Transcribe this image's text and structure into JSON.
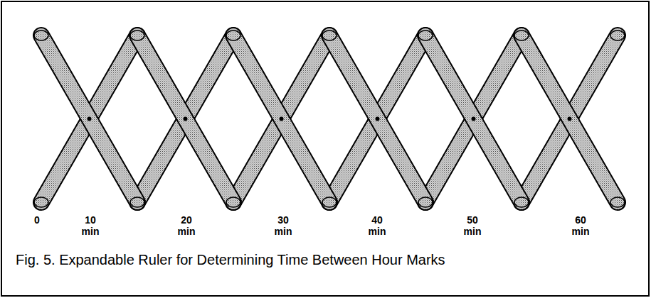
{
  "diagram": {
    "caption": "Fig. 5. Expandable Ruler for Determining Time Between Hour Marks",
    "labels": [
      "0",
      "10 min",
      "20 min",
      "30 min",
      "40 min",
      "50 min",
      "60 min"
    ]
  }
}
